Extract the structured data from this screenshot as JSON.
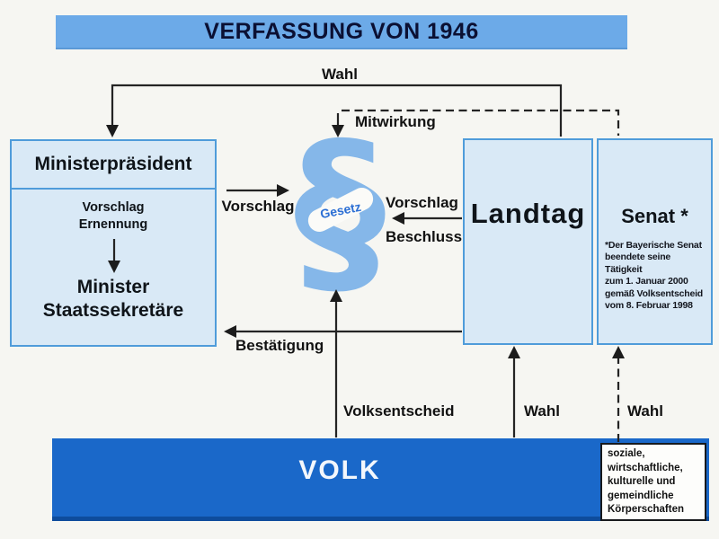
{
  "title": "VERFASSUNG VON 1946",
  "boxes": {
    "ministerpraesident": {
      "title": "Ministerpräsident",
      "sub_line1": "Vorschlag",
      "sub_line2": "Ernennung",
      "bottom_line1": "Minister",
      "bottom_line2": "Staatssekretäre"
    },
    "landtag": {
      "title": "Landtag"
    },
    "senat": {
      "title": "Senat *",
      "footnote_lines": [
        "*Der Bayerische Senat",
        "beendete seine Tätigkeit",
        "zum 1. Januar 2000",
        "gemäß Volksentscheid",
        "vom 8. Februar 1998"
      ]
    },
    "volk": {
      "title": "VOLK"
    },
    "koerperschaften": {
      "lines": [
        "soziale,",
        "wirtschaftliche,",
        "kulturelle und",
        "gemeindliche",
        "Körperschaften"
      ]
    }
  },
  "gesetz": {
    "symbol": "§",
    "label": "Gesetz"
  },
  "labels": {
    "wahl_top": "Wahl",
    "mitwirkung": "Mitwirkung",
    "vorschlag_left": "Vorschlag",
    "vorschlag_right": "Vorschlag",
    "beschluss": "Beschluss",
    "bestaetigung": "Bestätigung",
    "volksentscheid": "Volksentscheid",
    "wahl_landtag": "Wahl",
    "wahl_senat": "Wahl"
  },
  "colors": {
    "title_bar": "#6caae8",
    "light_box_fill": "#d9e9f6",
    "light_box_border": "#4f9cda",
    "volk_bar": "#1a68c9",
    "paragraph_symbol": "#85b7e9",
    "gesetz_text": "#2c6fd4",
    "line": "#242424"
  }
}
